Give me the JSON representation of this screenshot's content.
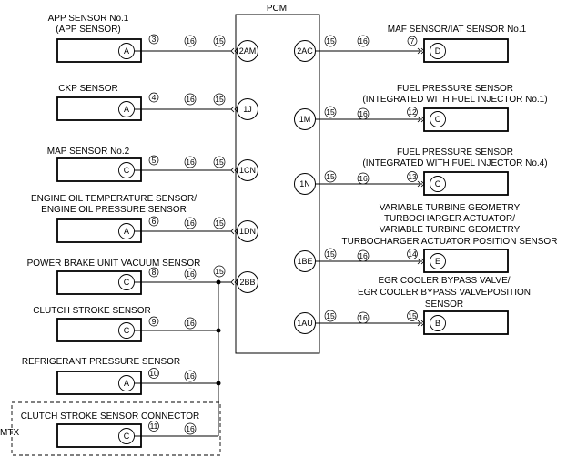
{
  "pcm_label": "PCM",
  "mtx_label": "MTX",
  "left": [
    {
      "label_lines": [
        "APP SENSOR No.1",
        "(APP SENSOR)"
      ],
      "pin": "A",
      "wire_num": "3",
      "harness": "16",
      "pcm_side": "15",
      "pcm_pin": "2AM"
    },
    {
      "label_lines": [
        "CKP SENSOR"
      ],
      "pin": "A",
      "wire_num": "4",
      "harness": "16",
      "pcm_side": "15",
      "pcm_pin": "1J"
    },
    {
      "label_lines": [
        "MAP SENSOR No.2"
      ],
      "pin": "C",
      "wire_num": "5",
      "harness": "16",
      "pcm_side": "15",
      "pcm_pin": "1CN"
    },
    {
      "label_lines": [
        "ENGINE OIL TEMPERATURE SENSOR/",
        "ENGINE OIL PRESSURE SENSOR"
      ],
      "pin": "A",
      "wire_num": "6",
      "harness": "16",
      "pcm_side": "15",
      "pcm_pin": "1DN"
    },
    {
      "label_lines": [
        "POWER BRAKE UNIT VACUUM SENSOR"
      ],
      "pin": "C",
      "wire_num": "8",
      "harness": "16",
      "pcm_side": "15",
      "pcm_pin": "2BB"
    },
    {
      "label_lines": [
        "CLUTCH STROKE SENSOR"
      ],
      "pin": "C",
      "wire_num": "9",
      "harness": "16"
    },
    {
      "label_lines": [
        "REFRIGERANT PRESSURE SENSOR"
      ],
      "pin": "A",
      "wire_num": "10",
      "harness": "16"
    },
    {
      "label_lines": [
        "CLUTCH STROKE SENSOR CONNECTOR"
      ],
      "pin": "C",
      "wire_num": "11",
      "harness": "16"
    }
  ],
  "right": [
    {
      "label_lines": [
        "MAF SENSOR/IAT SENSOR No.1"
      ],
      "pin": "D",
      "wire_num": "7",
      "harness": "16",
      "pcm_side": "15",
      "pcm_pin": "2AC"
    },
    {
      "label_lines": [
        "FUEL PRESSURE SENSOR",
        "(INTEGRATED WITH FUEL INJECTOR No.1)"
      ],
      "pin": "C",
      "wire_num": "12",
      "harness": "16",
      "pcm_side": "15",
      "pcm_pin": "1M"
    },
    {
      "label_lines": [
        "FUEL PRESSURE SENSOR",
        "(INTEGRATED WITH FUEL INJECTOR No.4)"
      ],
      "pin": "C",
      "wire_num": "13",
      "harness": "16",
      "pcm_side": "15",
      "pcm_pin": "1N"
    },
    {
      "label_lines": [
        "VARIABLE TURBINE GEOMETRY",
        "TURBOCHARGER ACTUATOR/",
        "VARIABLE TURBINE GEOMETRY",
        "TURBOCHARGER ACTUATOR POSITION SENSOR"
      ],
      "pin": "E",
      "wire_num": "14",
      "harness": "16",
      "pcm_side": "15",
      "pcm_pin": "1BE"
    },
    {
      "label_lines": [
        "EGR COOLER BYPASS VALVE/",
        "EGR COOLER BYPASS VALVEPOSITION",
        "SENSOR"
      ],
      "pin": "B",
      "wire_num": "15",
      "harness": "16",
      "pcm_side": "15",
      "pcm_pin": "1AU"
    }
  ]
}
